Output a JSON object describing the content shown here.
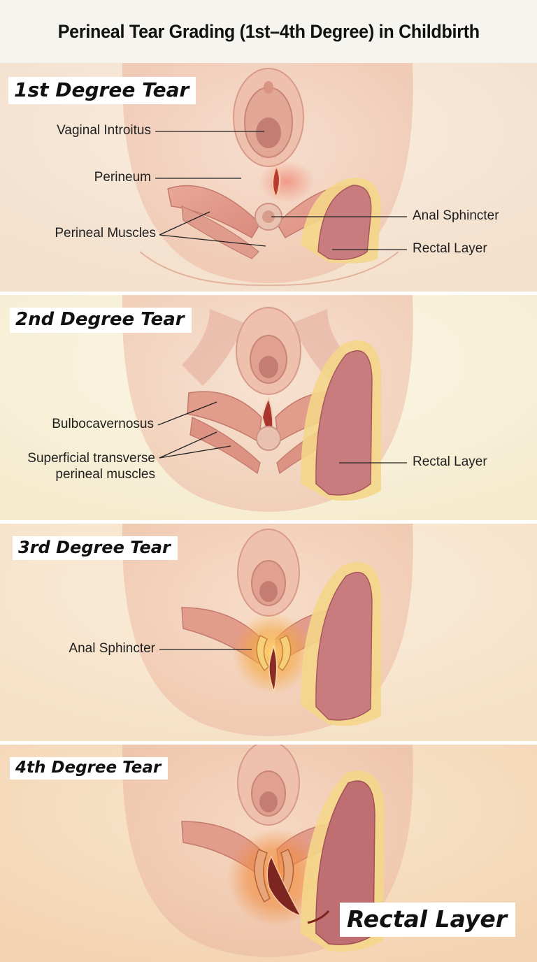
{
  "title": "Perineal Tear Grading (1st–4th Degree) in Childbirth",
  "colors": {
    "panel1_bg": "#f6e6d4",
    "panel2_bg": "#f7f0d9",
    "panel3_bg": "#f8e4cb",
    "panel4_bg": "#f7dcbf",
    "skin": "#f2cdb9",
    "muscle": "#d98f82",
    "rectum": "#c97c7e",
    "fat": "#f4d68a",
    "tear": "#b23a33",
    "glow": "#f4a640"
  },
  "panels": [
    {
      "heading": "1st Degree Tear",
      "labels": {
        "vaginal_introitus": "Vaginal Introitus",
        "perineum": "Perineum",
        "perineal_muscles": "Perineal Muscles",
        "anal_sphincter": "Anal Sphincter",
        "rectal_layer": "Rectal Layer"
      }
    },
    {
      "heading": "2nd Degree Tear",
      "labels": {
        "bulbocavernosus": "Bulbocavernosus",
        "superficial_line1": "Superficial transverse",
        "superficial_line2": "perineal muscles",
        "rectal_layer": "Rectal Layer"
      }
    },
    {
      "heading": "3rd Degree Tear",
      "labels": {
        "anal_sphincter": "Anal Sphincter"
      }
    },
    {
      "heading": "4th Degree Tear",
      "labels": {
        "rectal_layer": "Rectal Layer"
      }
    }
  ]
}
